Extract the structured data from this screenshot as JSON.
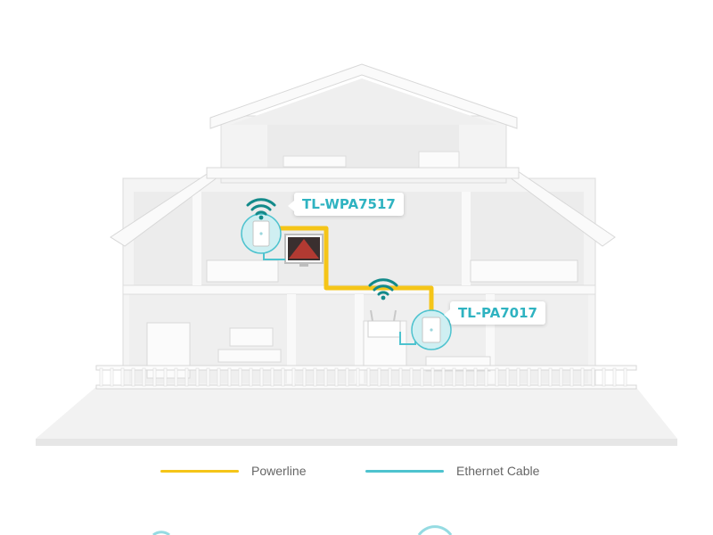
{
  "devices": {
    "extender_label": "TL-WPA7517",
    "adapter_label": "TL-PA7017"
  },
  "legend": {
    "powerline_label": "Powerline",
    "ethernet_label": "Ethernet Cable"
  },
  "colors": {
    "powerline": "#f5c518",
    "ethernet": "#4ec3cf",
    "accent": "#2fb3c1",
    "wifi": "#138a8a"
  },
  "icons": [
    "wifi-icon",
    "tv-icon",
    "router-icon",
    "adapter-icon"
  ]
}
